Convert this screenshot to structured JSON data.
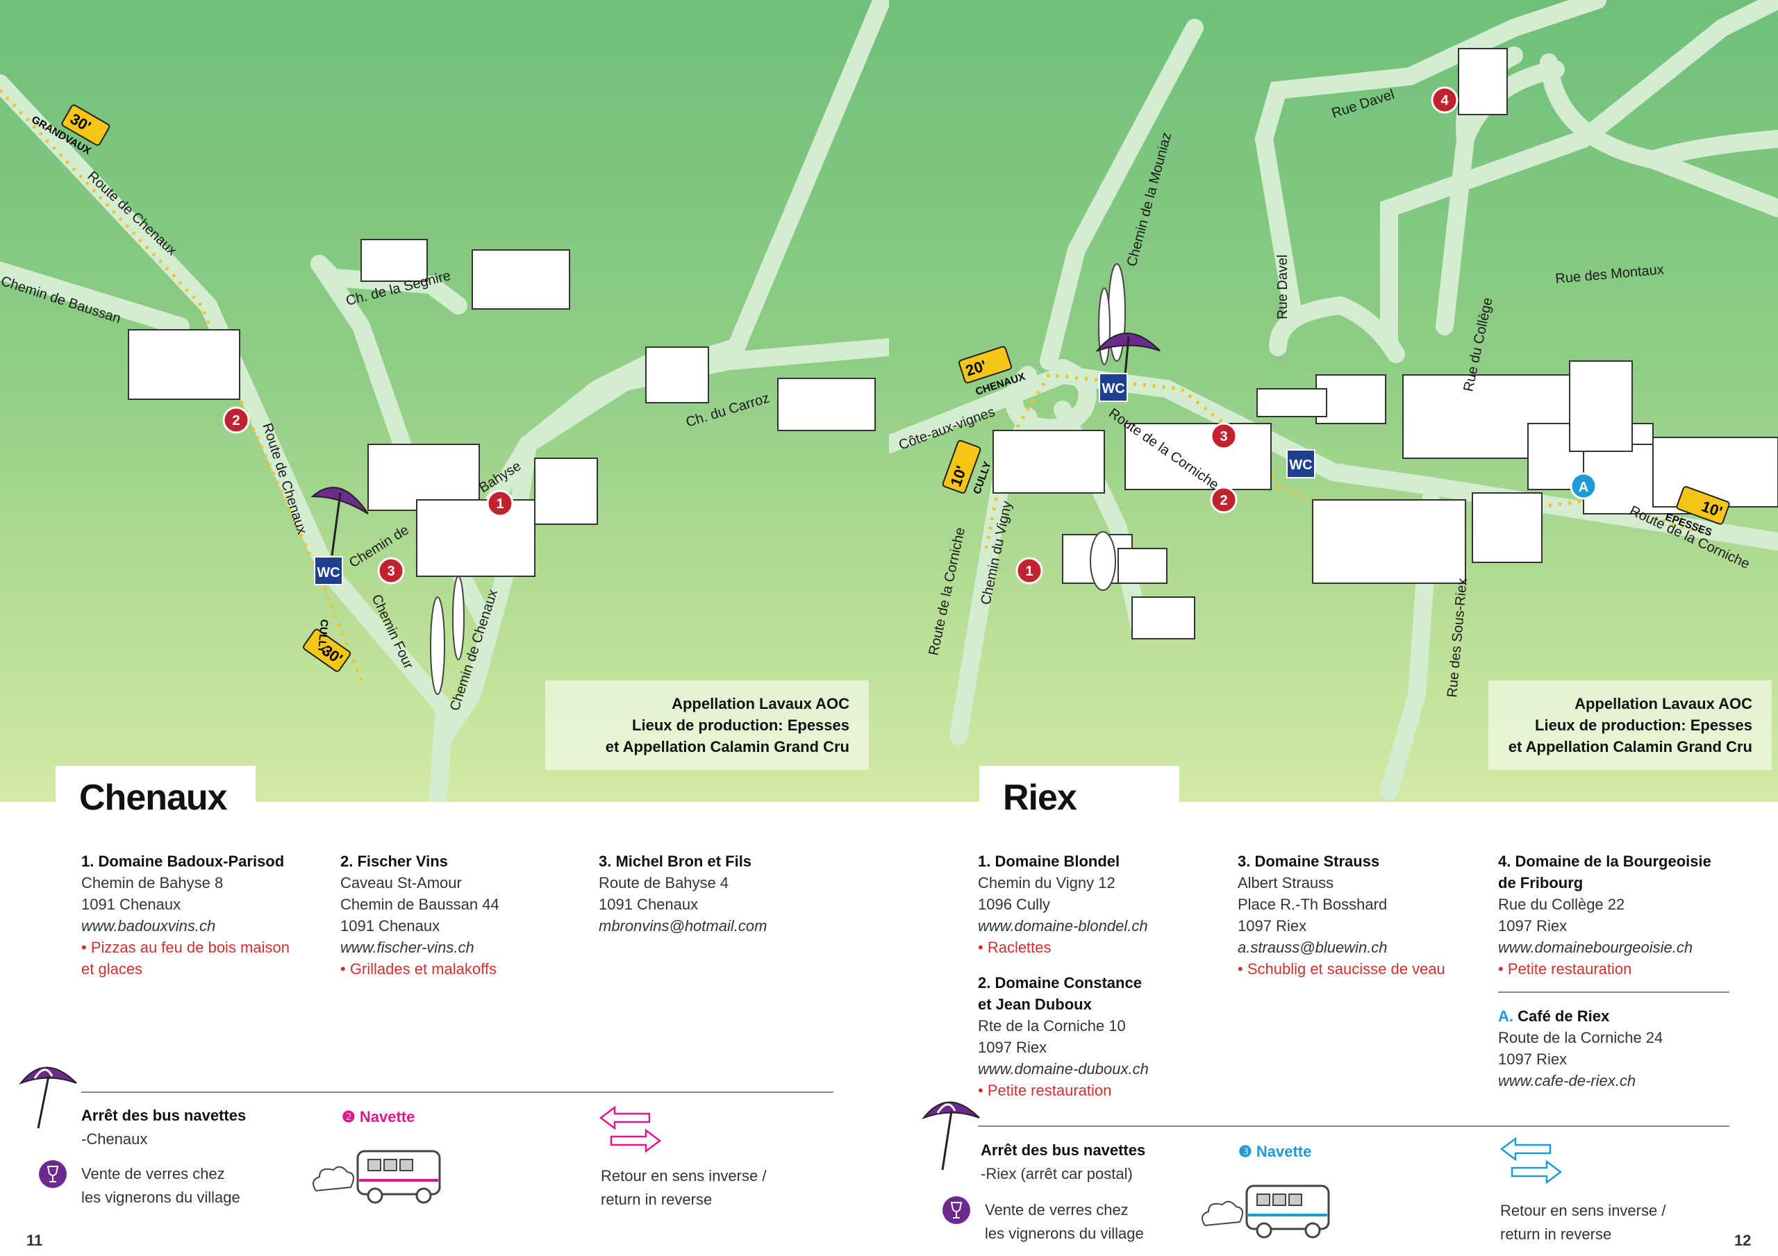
{
  "left": {
    "title": "Chenaux",
    "page_number": "11",
    "info_box": {
      "line1": "Appellation Lavaux AOC",
      "line2": "Lieux de production: Epesses",
      "line3": "et Appellation Calamin Grand Cru"
    },
    "map": {
      "road_labels": {
        "route_chenaux_top": "Route de Chenaux",
        "chemin_baussan": "Chemin de Baussan",
        "route_chenaux_mid": "Route de Chenaux",
        "ch_segnire": "Ch. de la Segnire",
        "ch_carroz": "Ch. du Carroz",
        "bahyse": "Bahyse",
        "chemin_de": "Chemin de",
        "chemin_four": "Chemin Four",
        "chemin_chenaux": "Chemin de Chenaux"
      },
      "signs": {
        "grandvaux_time": "30'",
        "grandvaux_place": "GRANDVAUX",
        "cully_time": "30'",
        "cully_place": "CULLY"
      },
      "wc": "WC",
      "pins": [
        "1",
        "2",
        "3"
      ]
    },
    "producers": [
      {
        "name": "1. Domaine Badoux-Parisod",
        "line1": "Chemin de Bahyse 8",
        "line2": "1091 Chenaux",
        "web": "www.badouxvins.ch",
        "note": "• Pizzas au feu de bois maison",
        "note2": "et glaces"
      },
      {
        "name": "2. Fischer Vins",
        "line1": "Caveau St-Amour",
        "line2": "Chemin de Baussan 44",
        "line3": "1091 Chenaux",
        "web": "www.fischer-vins.ch",
        "note": "• Grillades et malakoffs"
      },
      {
        "name": "3. Michel Bron et Fils",
        "line1": "Route de Bahyse 4",
        "line2": "1091 Chenaux",
        "web": "mbronvins@hotmail.com"
      }
    ],
    "legend": {
      "bus_stop_title": "Arrêt des bus navettes",
      "bus_stop_place": "-Chenaux",
      "glass_line1": "Vente de verres chez",
      "glass_line2": "les vignerons du village",
      "navette_number": "❷",
      "navette_label": "Navette",
      "return_line1": "Retour en sens inverse /",
      "return_line2": "return in reverse"
    }
  },
  "right": {
    "title": "Riex",
    "page_number": "12",
    "info_box": {
      "line1": "Appellation Lavaux AOC",
      "line2": "Lieux de production: Epesses",
      "line3": "et Appellation Calamin Grand Cru"
    },
    "map": {
      "road_labels": {
        "chemin_mouniaz": "Chemin de la Mouniaz",
        "rue_davel_top": "Rue Davel",
        "rue_davel_mid": "Rue Davel",
        "rue_montaux": "Rue des Montaux",
        "rue_college": "Rue du Collège",
        "cote_vignes": "Côte-aux-vignes",
        "route_corniche_mid": "Route de la Corniche",
        "route_corniche_left": "Route de la Corniche",
        "chemin_vigny": "Chemin du Vigny",
        "rue_sous_riex": "Rue des Sous-Riex",
        "route_corniche_right": "Route de la Corniche"
      },
      "signs": {
        "chenaux_time": "20'",
        "chenaux_place": "CHENAUX",
        "cully_time": "10'",
        "cully_place": "CULLY",
        "epesses_time": "10'",
        "epesses_place": "EPESSES"
      },
      "wc": "WC",
      "pins": [
        "1",
        "2",
        "3",
        "4"
      ],
      "cafe_marker": "A"
    },
    "producers": [
      {
        "name": "1. Domaine Blondel",
        "line1": "Chemin du Vigny 12",
        "line2": "1096 Cully",
        "web": "www.domaine-blondel.ch",
        "note": "• Raclettes"
      },
      {
        "name": "2. Domaine Constance",
        "name2": "et Jean Duboux",
        "line1": "Rte de la Corniche 10",
        "line2": "1097 Riex",
        "web": "www.domaine-duboux.ch",
        "note": "• Petite restauration"
      },
      {
        "name": "3. Domaine Strauss",
        "line1": "Albert Strauss",
        "line2": "Place R.-Th Bosshard",
        "line3": "1097 Riex",
        "web": "a.strauss@bluewin.ch",
        "note": "• Schublig et saucisse de veau"
      },
      {
        "name": "4. Domaine de la Bourgeoisie",
        "name2": "de Fribourg",
        "line1": "Rue du Collège 22",
        "line2": "1097 Riex",
        "web": "www.domainebourgeoisie.ch",
        "note": "• Petite restauration"
      }
    ],
    "cafe": {
      "prefix": "A.",
      "name": "Café de Riex",
      "line1": "Route de la Corniche 24",
      "line2": "1097 Riex",
      "web": "www.cafe-de-riex.ch"
    },
    "legend": {
      "bus_stop_title": "Arrêt des bus navettes",
      "bus_stop_place": "-Riex (arrêt car postal)",
      "glass_line1": "Vente de verres chez",
      "glass_line2": "les vignerons du village",
      "navette_number": "❸",
      "navette_label": "Navette",
      "return_line1": "Retour en sens inverse /",
      "return_line2": "return in reverse"
    }
  },
  "colors": {
    "pin_red": "#c0222f",
    "wc_blue": "#1f3f8f",
    "sign_yellow": "#f5c518",
    "umbrella_purple": "#6b2a8c",
    "navette_magenta": "#e0168a",
    "navette_blue": "#1e9ad6",
    "note_red": "#d32f2f"
  }
}
